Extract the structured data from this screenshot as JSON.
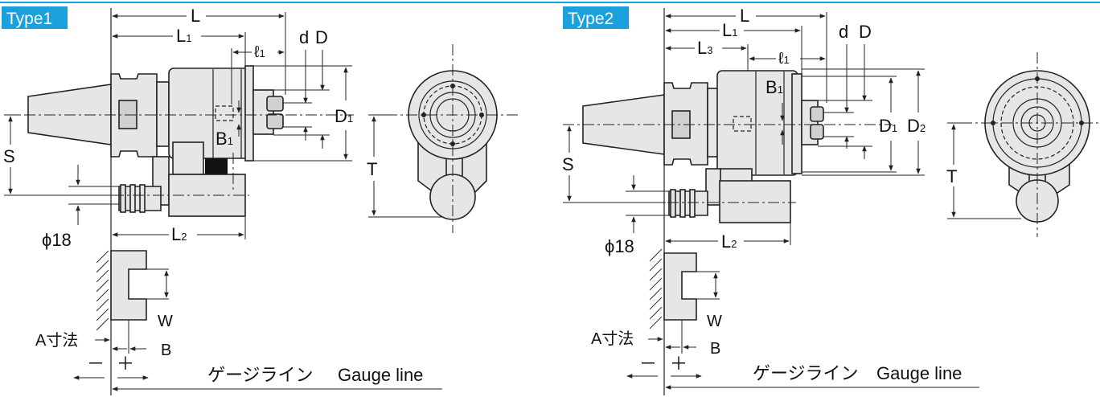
{
  "diagrams": [
    {
      "tag": "Type1",
      "labels": {
        "L": "L",
        "L1": "L",
        "L1_sub": "1",
        "l1": "ℓ",
        "l1_sub": "1",
        "d": "d",
        "D": "D",
        "D1": "D",
        "D1_sub": "1",
        "B1": "B",
        "B1_sub": "1",
        "S": "S",
        "T": "T",
        "phi18": "ϕ18",
        "L2": "L",
        "L2_sub": "2",
        "W": "W",
        "A": "A寸法",
        "B": "B",
        "minus": "－",
        "plus": "＋",
        "gauge_jp": "ゲージライン",
        "gauge_en": "Gauge line"
      }
    },
    {
      "tag": "Type2",
      "labels": {
        "L": "L",
        "L1": "L",
        "L1_sub": "1",
        "L3": "L",
        "L3_sub": "3",
        "l1": "ℓ",
        "l1_sub": "1",
        "d": "d",
        "D": "D",
        "D1": "D",
        "D1_sub": "1",
        "D2": "D",
        "D2_sub": "2",
        "B1": "B",
        "B1_sub": "1",
        "S": "S",
        "T": "T",
        "phi18": "ϕ18",
        "L2": "L",
        "L2_sub": "2",
        "W": "W",
        "A": "A寸法",
        "B": "B",
        "minus": "－",
        "plus": "＋",
        "gauge_jp": "ゲージライン",
        "gauge_en": "Gauge line"
      }
    }
  ],
  "colors": {
    "accent": "#1aa0dc",
    "ink": "#222222",
    "fill": "#e6e6e6"
  }
}
